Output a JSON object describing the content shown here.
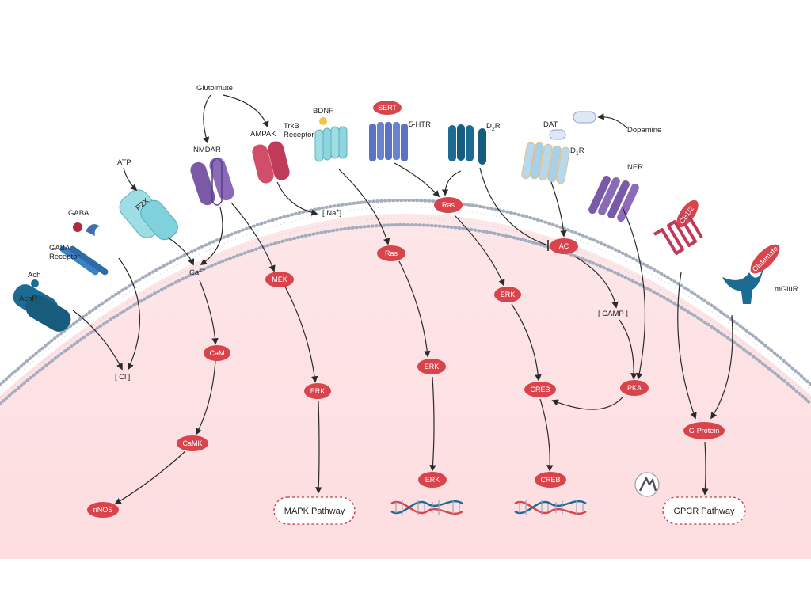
{
  "receptors": {
    "ach": "Ach",
    "achr": "AchR",
    "gaba": "GABA",
    "gaba_receptor_line1": "GABA",
    "gaba_receptor_line2": "Receptor",
    "atp": "ATP",
    "p2x": "P2X",
    "nmdar": "NMDAR",
    "glutamate_top": "Glutolmute",
    "ampak": "AMPAK",
    "trkb_line1": "TrkB",
    "trkb_line2": "Receptor",
    "bdnf": "BDNF",
    "sert": "SERT",
    "htr": "5-HTR",
    "d2r": "D",
    "d2r_sub": "2",
    "d2r_suffix": "R",
    "dat": "DAT",
    "dopamine": "Dopamine",
    "d1r": "D",
    "d1r_sub": "1",
    "d1r_suffix": "R",
    "ner": "NER",
    "cb12": "CB1/2",
    "glutamate_side": "Glutamate",
    "mglur": "mGluR"
  },
  "ions": {
    "cl": "[ Cl",
    "cl_sup": "-",
    "cl_close": "]",
    "ca": "Ca",
    "ca_sup": "2+",
    "na": "[ Na",
    "na_sup": "+",
    "na_close": "]",
    "camp": "[ CAMP ]"
  },
  "nodes": {
    "cam": "CaM",
    "camk": "CaMK",
    "nnos": "nNOS",
    "mek": "MEK",
    "erk_mapk": "ERK",
    "ras_mid": "Ras",
    "erk_mid": "ERK",
    "erk_mid_bottom": "ERK",
    "ras_right": "Ras",
    "erk_right": "ERK",
    "creb": "CREB",
    "creb_bottom": "CREB",
    "ac": "AC",
    "pka": "PKA",
    "gprotein": "G-Protein"
  },
  "pathways": {
    "mapk": "MAPK Pathway",
    "gpcr": "GPCR Pathway"
  },
  "colors": {
    "cell_fill": "#fde4e6",
    "node_red": "#d9434c",
    "membrane_dot": "#a3adbd",
    "receptor_blue": "#1c6b93",
    "receptor_light": "#7fd2dc",
    "receptor_purple": "#7a5aa6",
    "receptor_pink": "#d24d6a",
    "receptor_indigo": "#5a72c4"
  }
}
